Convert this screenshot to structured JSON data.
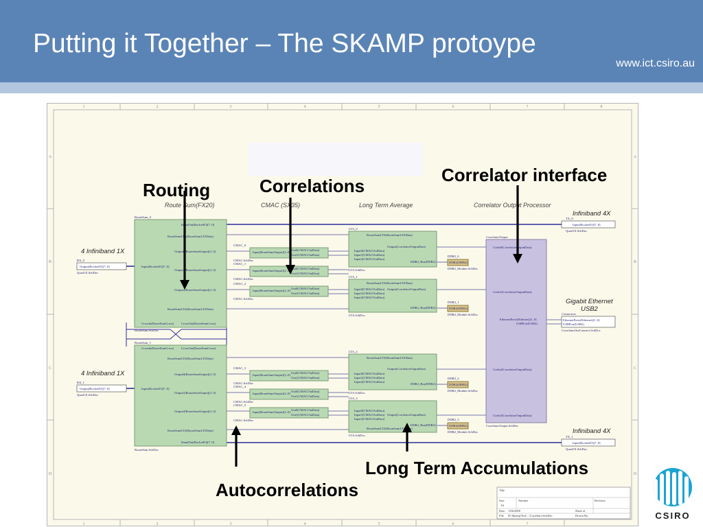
{
  "slide": {
    "title": "Putting it Together – The SKAMP protoype",
    "url": "www.ict.csiro.au"
  },
  "callouts": {
    "routing": "Routing",
    "correlations": "Correlations",
    "correlator_interface": "Correlator interface",
    "long_term_accumulations": "Long Term Accumulations",
    "autocorrelations": "Autocorrelations"
  },
  "schematic": {
    "border_cols": [
      "1",
      "2",
      "3",
      "4",
      "5",
      "6",
      "7",
      "8"
    ],
    "border_rows": [
      "A",
      "B",
      "C",
      "D"
    ],
    "sections": {
      "route": "Route Sum(FX20)",
      "cmac": "CMAC  (SX35)",
      "lta": "Long Term Average",
      "cop": "Correlator Output Processor"
    },
    "ports": {
      "ib1x_top": "4 Infiniband 1X",
      "ib1x_bottom": "4 Infiniband 1X",
      "ib4x_top": "Infiniband 4X",
      "ib4x_bottom": "Infiniband 4X",
      "gige_line1": "Gigabit Ethernet",
      "gige_line2": "USB2"
    },
    "block_labels": {
      "routesum0": "RouteSum_0",
      "routesum1": "RouteSum_1",
      "routesum_doc": "RouteSum.SchDoc",
      "cmac0": "CMAC_0",
      "cmac1": "CMAC_1",
      "cmac2": "CMAC_2",
      "cmac3": "CMAC_3",
      "cmac4": "CMAC_4",
      "cmac5": "CMAC_5",
      "cmac_doc": "CMAC.SchDoc",
      "lta0": "LTA_0",
      "lta1": "LTA_1",
      "lta2": "LTA_2",
      "lta3": "LTA_3",
      "lta_doc": "LTA.SchDoc",
      "ddr2_0": "DDR2_0",
      "ddr2_1": "DDR2_1",
      "ddr2_2": "DDR2_2",
      "ddr2_3": "DDR2_3",
      "ddr2_doc": "DDR2_Module.SchDoc",
      "ddr2_pin": "DDR2(DDR2)",
      "cop": "CorrelatorOutput",
      "cop_doc": "CorrelatorOutput.SchDoc",
      "ib_in0": "RX_0",
      "ib_in1": "RX_1",
      "ib_in_doc": "Quad1X.SchDoc",
      "ib_in_pin": "Output(RocketIO)[7..0]",
      "ib_out0": "TX_0",
      "ib_out1": "TX_1",
      "ib_out_doc": "Quad1X.SchDoc",
      "ib_out_pin": "Input(RocketIO)[7..0]",
      "eth": "Connectors",
      "eth_doc": "CorrelatorOutConnect.SchDoc",
      "eth_pin1": "EthernetPorts(Ethernet)[1..0]",
      "eth_pin2": "USBPort(USB2)"
    },
    "pins": {
      "route_out": "IbandOut(RocketIO)[7..0]",
      "route_in": "Input(RocketIO)[7..0]",
      "route_lta": "RouteSumLTA(RouteSumLTAData)",
      "route_out0": "Output0(RouteSumOutput)[2..0]",
      "route_out1": "Output1(RouteSumOutput)[2..0]",
      "route_out2": "Output2(RouteSumOutput)[2..0]",
      "cross_in": "CrossIn(RouteSumCross)",
      "cross_out": "CrossOut(RouteSumCross)",
      "cmac_in": "Input(RouteSumOutput)[2..0]",
      "cmac_out0": "Out0(CMACOutData)",
      "cmac_out1": "Out1(CMACOutData)",
      "lta_route": "RouteSumLTA(RouteSumLTAData)",
      "lta_in0": "Input0(CMACOutData)",
      "lta_in1": "Input1(CMACOutData)",
      "lta_in2": "Input2(CMACOutData)",
      "lta_output": "Output(CorrelatorOutputData)",
      "lta_ddr": "DDR2_Bus(DDR2)",
      "cop_in0": "CorIn0(CorrelatorOutputData)",
      "cop_in1": "CorIn1(CorrelatorOutputData)",
      "cop_in2": "CorIn2(CorrelatorOutputData)",
      "cop_in3": "CorIn3(CorrelatorOutputData)",
      "cop_eth": "EthernetPorts(Ethernet)[1..0]",
      "cop_usb": "USBPort(USB2)"
    },
    "title_block": {
      "title": "Title",
      "size_label": "Size",
      "size": "A3",
      "number_label": "Number",
      "revision_label": "Revision",
      "date_label": "Date",
      "date": "1/06/2008",
      "sheet_label": "Sheet   of",
      "file_label": "File",
      "file": "D:\\Skamp\\Test\\...\\Correlator.SchDoc",
      "drawn_label": "Drawn By:"
    }
  },
  "colors": {
    "header": "#5b84b6",
    "header_strip": "#b3c6df",
    "block_green": "#b9d9b3",
    "block_purple": "#c9c1e0",
    "wire_blue": "#2d2d9b",
    "ddr_tan": "#d9c48a"
  },
  "logo": {
    "text": "CSIRO"
  }
}
